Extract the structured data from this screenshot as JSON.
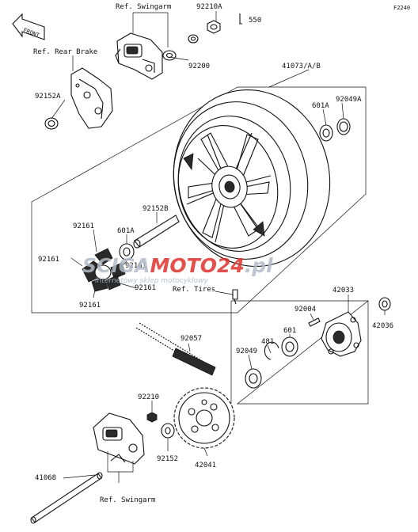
{
  "diagram": {
    "code": "F2240",
    "front_arrow": "FRONT",
    "labels": {
      "ref_swingarm_top": "Ref. Swingarm",
      "p92210A": "92210A",
      "p550": "550",
      "ref_rear_brake": "Ref. Rear Brake",
      "p92200": "92200",
      "p41073": "41073/A/B",
      "p92152A": "92152A",
      "p601A_top": "601A",
      "p92049A": "92049A",
      "p92152B": "92152B",
      "p92161_a": "92161",
      "p601A_mid": "601A",
      "p92161_b": "92161",
      "p92161_c": "92161",
      "p92161_d": "92161",
      "p92161_e": "92161",
      "p42033": "42033",
      "ref_tires": "Ref. Tires",
      "p92004": "92004",
      "p42036": "42036",
      "p601": "601",
      "p92057": "92057",
      "p481": "481",
      "p92049": "92049",
      "p92210": "92210",
      "p92152": "92152",
      "p42041": "42041",
      "p41068": "41068",
      "ref_swingarm_bottom": "Ref. Swingarm"
    },
    "watermark": {
      "brand_a": "SCIGA",
      "brand_b": "MOTO",
      "brand_c": "24",
      "brand_d": ".pl",
      "tagline": "internetowy sklep motocyklowy",
      "color_gray": "#b4bcc8",
      "color_red": "#e0312c"
    }
  }
}
